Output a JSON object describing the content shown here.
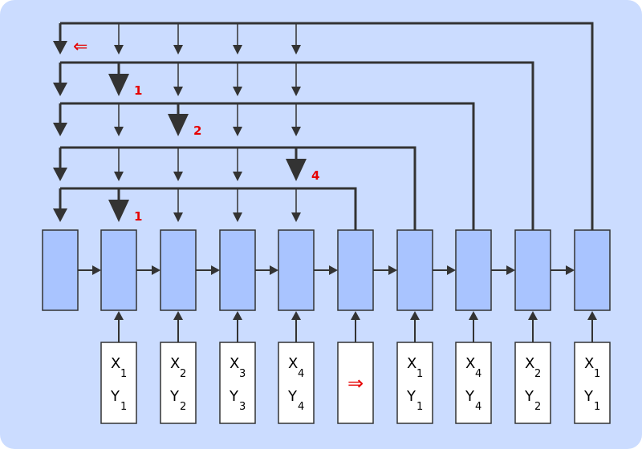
{
  "colors": {
    "background": "#cbdcff",
    "cell_fill": "#a9c4ff",
    "stroke": "#333333",
    "marker": "#e60000",
    "input_fill": "#ffffff"
  },
  "inputs": [
    {
      "x": "X",
      "x_sub": "1",
      "y": "Y",
      "y_sub": "1"
    },
    {
      "x": "X",
      "x_sub": "2",
      "y": "Y",
      "y_sub": "2"
    },
    {
      "x": "X",
      "x_sub": "3",
      "y": "Y",
      "y_sub": "3"
    },
    {
      "x": "X",
      "x_sub": "4",
      "y": "Y",
      "y_sub": "4"
    },
    {
      "query_symbol": "⇒"
    },
    {
      "x": "X",
      "x_sub": "1",
      "y": "Y",
      "y_sub": "1"
    },
    {
      "x": "X",
      "x_sub": "4",
      "y": "Y",
      "y_sub": "4"
    },
    {
      "x": "X",
      "x_sub": "2",
      "y": "Y",
      "y_sub": "2"
    },
    {
      "x": "X",
      "x_sub": "1",
      "y": "Y",
      "y_sub": "1"
    }
  ],
  "read_heads": [
    {
      "from_cell": 9,
      "marker": "⇐"
    },
    {
      "from_cell": 8,
      "highlight": 1,
      "label": "1"
    },
    {
      "from_cell": 7,
      "highlight": 2,
      "label": "2"
    },
    {
      "from_cell": 6,
      "highlight": 4,
      "label": "4"
    },
    {
      "from_cell": 5,
      "highlight": 1,
      "label": "1"
    }
  ]
}
